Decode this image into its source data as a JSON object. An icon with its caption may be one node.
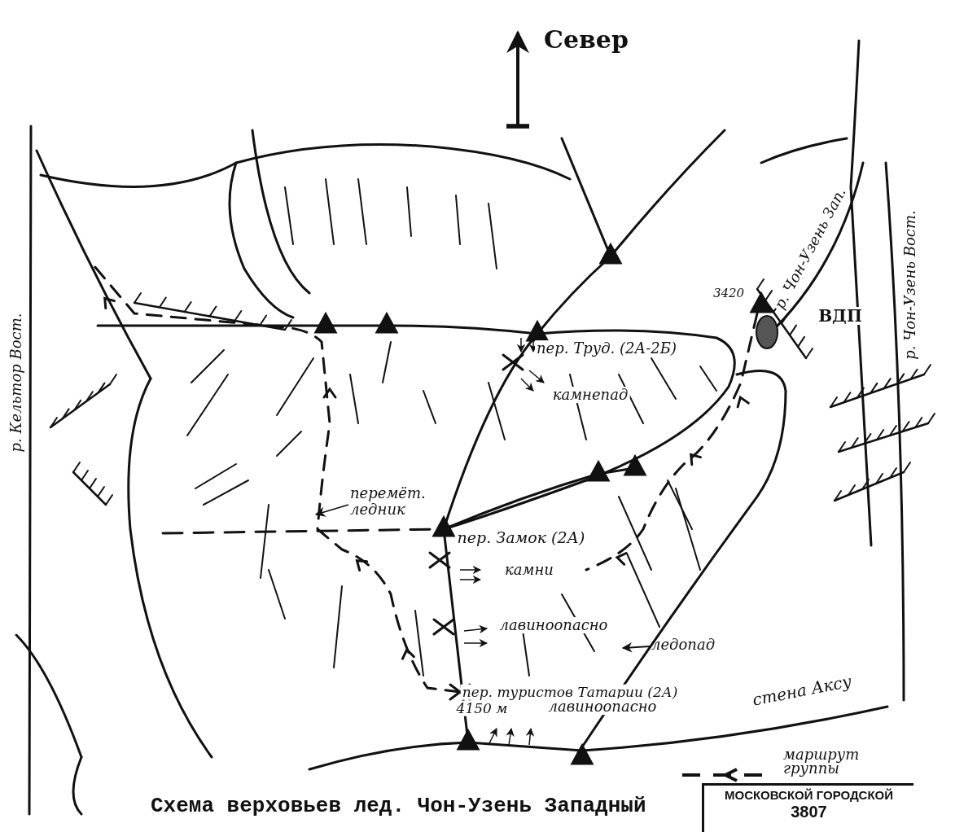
{
  "diagram": {
    "caption": "Схема верховьев лед. Чон-Узень Западный",
    "nodes": [
      {
        "text": [
          "перемёт. ледник"
        ]
      },
      {
        "text": [
          "ледопад"
        ]
      },
      {
        "text": [
          "МОСКОВСКОЙ ГОРОДСКОЙ",
          "3807"
        ]
      }
    ],
    "edges": [
      {
        "from": 0,
        "to": null,
        "arrow": "to"
      },
      {
        "from": 1,
        "to": null,
        "arrow": "to"
      }
    ],
    "labels": [
      "Север",
      "р. Кельтор Вост.",
      "р. Чон-Узень Зап.",
      "3420",
      "ВДП",
      "р. Чон-Узень Вост.",
      "пер. Труд. (2А-2Б)",
      "камнепад",
      "пер. Замок (2А)",
      "камни",
      "лавиноопасно",
      "пер. туристов Татарии (2А)",
      "4150 м",
      "лавиноопасно",
      "стена Аксу"
    ],
    "legend": [
      {
        "text": "маршрут группы"
      }
    ]
  }
}
